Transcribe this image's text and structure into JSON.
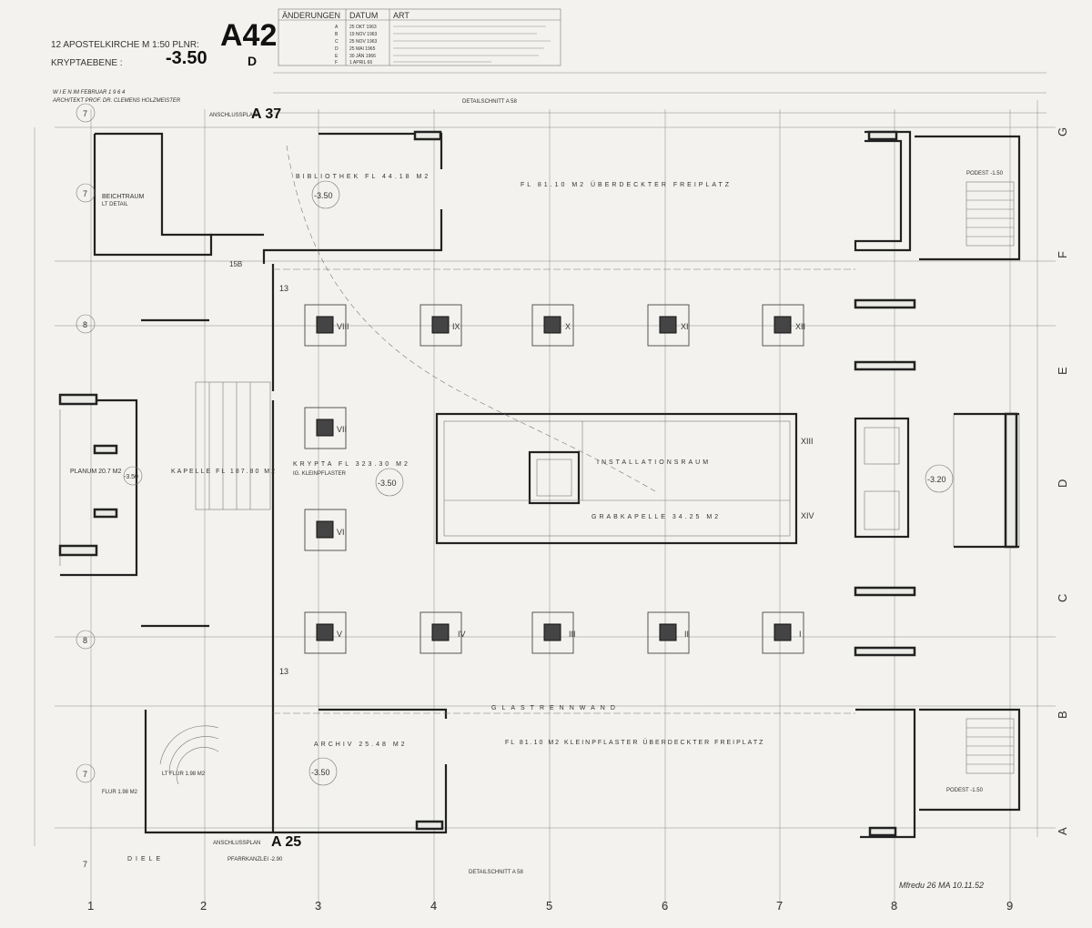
{
  "title": {
    "line1": "12  APOSTELKIRCHE  M 1:50  PLNR:",
    "line2": "KRYPTAEBENE :",
    "elevation": "-3.50",
    "plan_no": "A42",
    "revision": "D",
    "author_line1": "W I E N   IM  FEBRUAR  1 9 6 4",
    "author_line2": "ARCHITEKT PROF. DR. CLEMENS HOLZMEISTER"
  },
  "revision_table": {
    "headers": [
      "ÄNDERUNGEN",
      "DATUM",
      "ART"
    ],
    "rows": [
      {
        "num": "A",
        "date": "25 OKT 1963"
      },
      {
        "num": "B",
        "date": "19 NOV 1963"
      },
      {
        "num": "C",
        "date": "25 NOV 1963"
      },
      {
        "num": "D",
        "date": "25 MAI 1965"
      },
      {
        "num": "E",
        "date": "30 JÄN 1966"
      },
      {
        "num": "F",
        "date": "1 APRIL 66"
      }
    ]
  },
  "grid": {
    "columns": [
      "1",
      "2",
      "3",
      "4",
      "5",
      "6",
      "7",
      "8",
      "9"
    ],
    "rows": [
      "G",
      "F",
      "E",
      "D",
      "C",
      "B",
      "A"
    ]
  },
  "axis_marks": [
    "7",
    "7",
    "8",
    "8",
    "7",
    "7"
  ],
  "roman_columns_top": [
    "VIII",
    "IX",
    "X",
    "XI",
    "XII"
  ],
  "roman_columns_mid": [
    "VII",
    "VI",
    "XIII",
    "XIV"
  ],
  "roman_columns_bottom": [
    "V",
    "IV",
    "III",
    "II",
    "I"
  ],
  "rooms": {
    "bibliothek": "BIBLIOTHEK   FL 44.18 M2",
    "freiplatz_top": "FL 81.10 M2   ÜBERDECKTER FREIPLATZ",
    "krypta": "KRYPTA   FL 323.30 M2",
    "krypta_sub": "IG. KLEINPFLASTER",
    "kapelle": "KAPELLE   FL 187.80 M2",
    "planum": "PLANUM  20.7 M2",
    "installation": "INSTALLATIONSRAUM",
    "grabkapelle": "GRABKAPELLE  34.25 M2",
    "archiv": "ARCHIV  25.48 M2",
    "freiplatz_bottom": "FL 81.10 M2 KLEINPFLASTER   ÜBERDECKTER FREIPLATZ",
    "glastrennwand": "GLASTRENNWAND",
    "beichtraum": "BEICHTRAUM",
    "beichtraum_sub": "LT DETAIL",
    "lt_flur": "LT FLUR 1.98 M2",
    "flur": "FLUR 1.98 M2",
    "diele": "DIELE",
    "pfarrkanzlei": "PFARRKANZLEI -2.90",
    "podest_top": "PODEST -1.50",
    "podest_bottom": "PODEST -1.50"
  },
  "levels": {
    "bibliothek": "-3.50",
    "krypta": "-3.50",
    "east": "-3.20",
    "archiv": "-3.50",
    "kapelle": "-3.50"
  },
  "refs": {
    "anschlussplan_top": "ANSCHLUSSPLAN :",
    "a37": "A 37",
    "anschlussplan_bottom": "ANSCHLUSSPLAN",
    "a25": "A 25",
    "detailschnitt_top": "DETAILSCHNITT  A 58",
    "detailschnitt_bottom": "DETAILSCHNITT  A 58",
    "mark_15b": "15B",
    "mark_13a": "13",
    "mark_13b": "13"
  },
  "stamp": "Mfredu 26 MA 10.11.52"
}
